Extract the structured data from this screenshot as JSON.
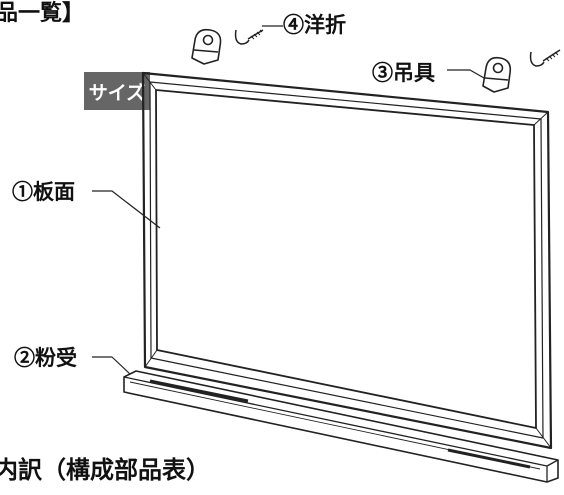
{
  "header": {
    "title": "品一覧】"
  },
  "badge": {
    "label": "サイズ"
  },
  "parts": {
    "board": "①板面",
    "chalk_tray": "②粉受",
    "hanger": "③吊具",
    "hook": "④洋折"
  },
  "footer": {
    "title": "内訳（構成部品表）"
  }
}
